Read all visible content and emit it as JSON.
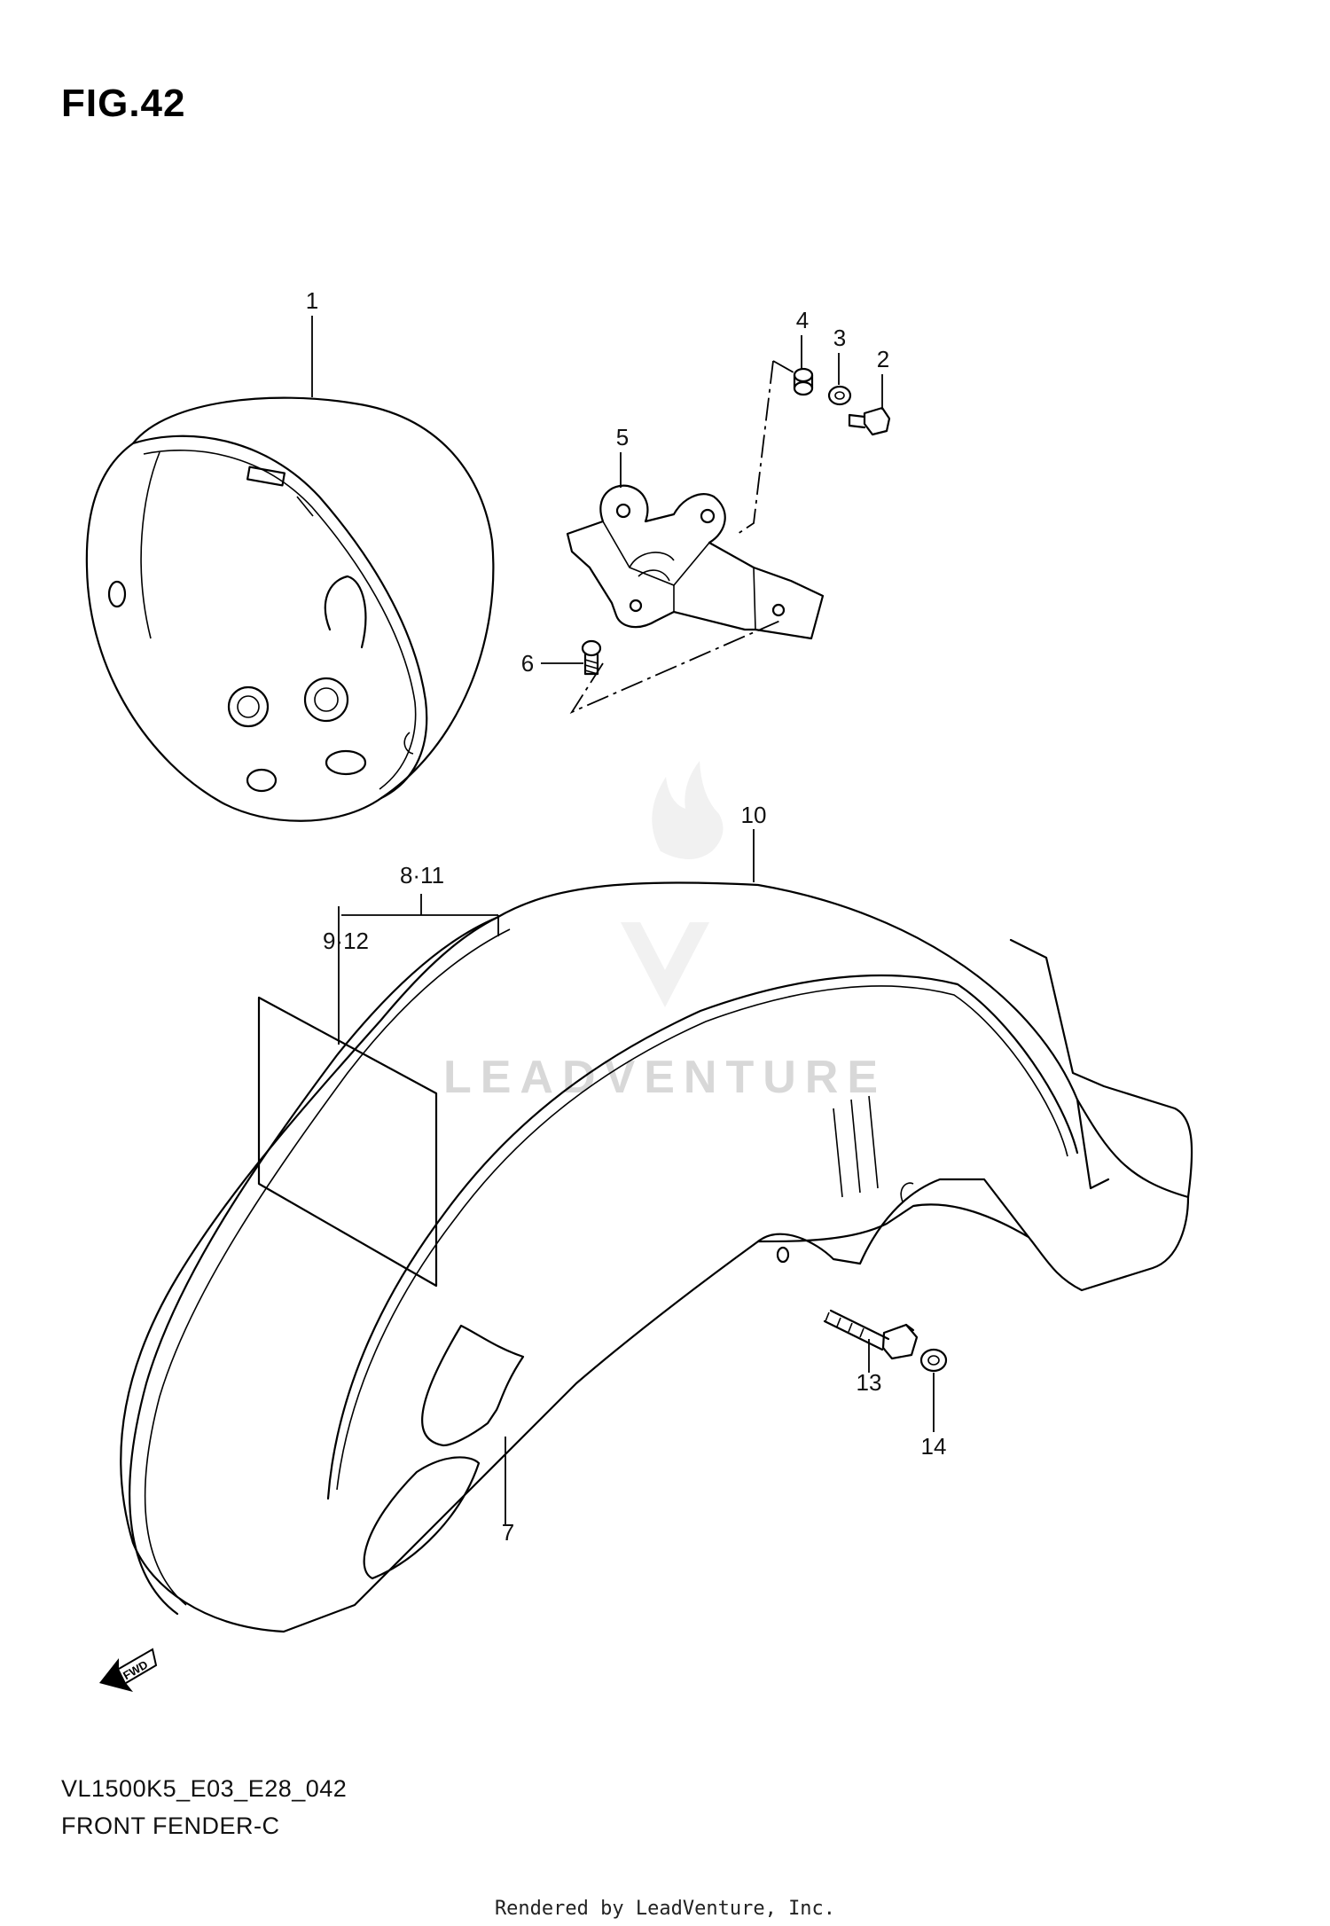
{
  "figure": {
    "title": "FIG.42"
  },
  "callouts": [
    {
      "id": "c1",
      "text": "1"
    },
    {
      "id": "c2",
      "text": "2"
    },
    {
      "id": "c3",
      "text": "3"
    },
    {
      "id": "c4",
      "text": "4"
    },
    {
      "id": "c5",
      "text": "5"
    },
    {
      "id": "c6",
      "text": "6"
    },
    {
      "id": "c7",
      "text": "7"
    },
    {
      "id": "c8",
      "text": "8·11"
    },
    {
      "id": "c9",
      "text": "9·12"
    },
    {
      "id": "c10",
      "text": "10"
    },
    {
      "id": "c13",
      "text": "13"
    },
    {
      "id": "c14",
      "text": "14"
    }
  ],
  "fwd_label": "FWD",
  "watermark": "LEADVENTURE",
  "caption": {
    "model_code": "VL1500K5_E03_E28_042",
    "part_name": "FRONT FENDER-C"
  },
  "footer": "Rendered by LeadVenture, Inc."
}
